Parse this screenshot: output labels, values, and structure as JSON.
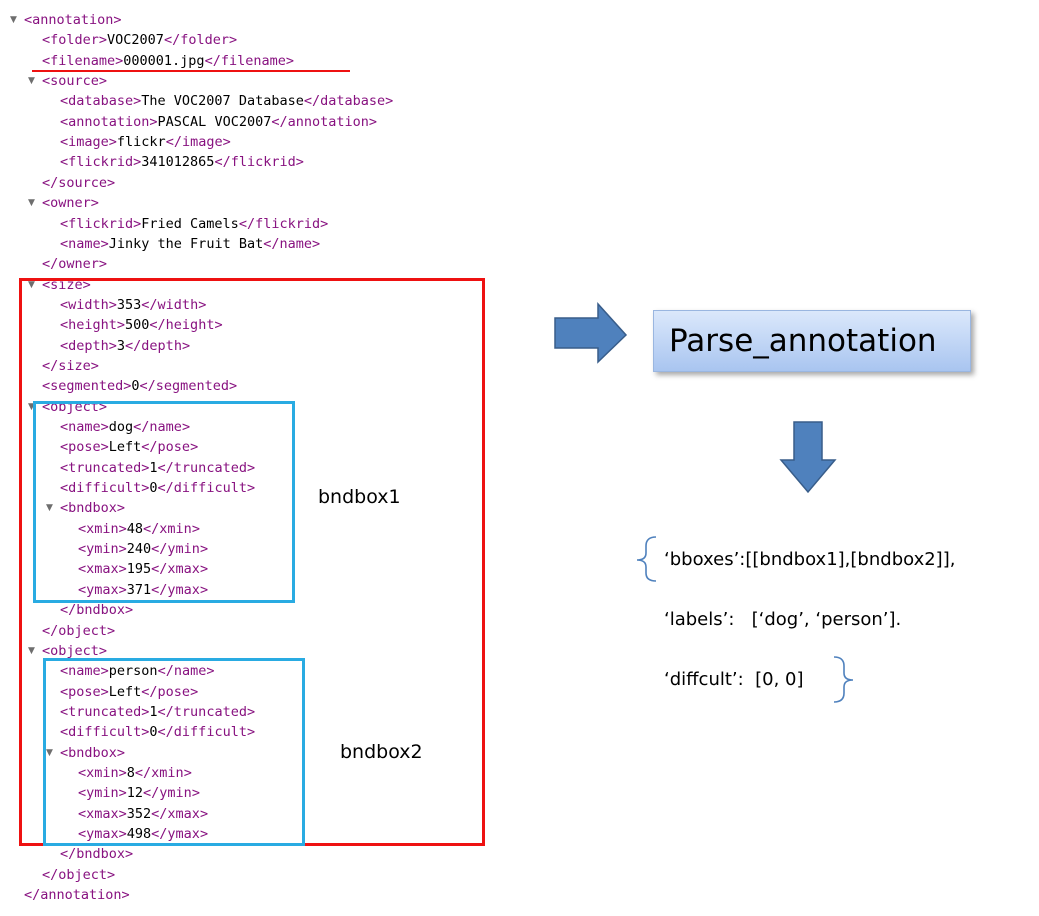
{
  "xml_lines": [
    {
      "indent": 0,
      "tri": true,
      "parts": [
        [
          "t",
          "<annotation>"
        ]
      ]
    },
    {
      "indent": 1,
      "tri": false,
      "parts": [
        [
          "t",
          "<folder>"
        ],
        [
          "v",
          "VOC2007"
        ],
        [
          "t",
          "</folder>"
        ]
      ]
    },
    {
      "indent": 1,
      "tri": false,
      "parts": [
        [
          "t",
          "<filename>"
        ],
        [
          "v",
          "000001.jpg"
        ],
        [
          "t",
          "</filename>"
        ]
      ]
    },
    {
      "indent": 1,
      "tri": true,
      "parts": [
        [
          "t",
          "<source>"
        ]
      ]
    },
    {
      "indent": 2,
      "tri": false,
      "parts": [
        [
          "t",
          "<database>"
        ],
        [
          "v",
          "The VOC2007 Database"
        ],
        [
          "t",
          "</database>"
        ]
      ]
    },
    {
      "indent": 2,
      "tri": false,
      "parts": [
        [
          "t",
          "<annotation>"
        ],
        [
          "v",
          "PASCAL VOC2007"
        ],
        [
          "t",
          "</annotation>"
        ]
      ]
    },
    {
      "indent": 2,
      "tri": false,
      "parts": [
        [
          "t",
          "<image>"
        ],
        [
          "v",
          "flickr"
        ],
        [
          "t",
          "</image>"
        ]
      ]
    },
    {
      "indent": 2,
      "tri": false,
      "parts": [
        [
          "t",
          "<flickrid>"
        ],
        [
          "v",
          "341012865"
        ],
        [
          "t",
          "</flickrid>"
        ]
      ]
    },
    {
      "indent": 1,
      "tri": false,
      "parts": [
        [
          "t",
          "</source>"
        ]
      ]
    },
    {
      "indent": 1,
      "tri": true,
      "parts": [
        [
          "t",
          "<owner>"
        ]
      ]
    },
    {
      "indent": 2,
      "tri": false,
      "parts": [
        [
          "t",
          "<flickrid>"
        ],
        [
          "v",
          "Fried Camels"
        ],
        [
          "t",
          "</flickrid>"
        ]
      ]
    },
    {
      "indent": 2,
      "tri": false,
      "parts": [
        [
          "t",
          "<name>"
        ],
        [
          "v",
          "Jinky the Fruit Bat"
        ],
        [
          "t",
          "</name>"
        ]
      ]
    },
    {
      "indent": 1,
      "tri": false,
      "parts": [
        [
          "t",
          "</owner>"
        ]
      ]
    },
    {
      "indent": 1,
      "tri": true,
      "parts": [
        [
          "t",
          "<size>"
        ]
      ]
    },
    {
      "indent": 2,
      "tri": false,
      "parts": [
        [
          "t",
          "<width>"
        ],
        [
          "v",
          "353"
        ],
        [
          "t",
          "</width>"
        ]
      ]
    },
    {
      "indent": 2,
      "tri": false,
      "parts": [
        [
          "t",
          "<height>"
        ],
        [
          "v",
          "500"
        ],
        [
          "t",
          "</height>"
        ]
      ]
    },
    {
      "indent": 2,
      "tri": false,
      "parts": [
        [
          "t",
          "<depth>"
        ],
        [
          "v",
          "3"
        ],
        [
          "t",
          "</depth>"
        ]
      ]
    },
    {
      "indent": 1,
      "tri": false,
      "parts": [
        [
          "t",
          "</size>"
        ]
      ]
    },
    {
      "indent": 1,
      "tri": false,
      "parts": [
        [
          "t",
          "<segmented>"
        ],
        [
          "v",
          "0"
        ],
        [
          "t",
          "</segmented>"
        ]
      ]
    },
    {
      "indent": 1,
      "tri": true,
      "parts": [
        [
          "t",
          "<object>"
        ]
      ]
    },
    {
      "indent": 2,
      "tri": false,
      "parts": [
        [
          "t",
          "<name>"
        ],
        [
          "v",
          "dog"
        ],
        [
          "t",
          "</name>"
        ]
      ]
    },
    {
      "indent": 2,
      "tri": false,
      "parts": [
        [
          "t",
          "<pose>"
        ],
        [
          "v",
          "Left"
        ],
        [
          "t",
          "</pose>"
        ]
      ]
    },
    {
      "indent": 2,
      "tri": false,
      "parts": [
        [
          "t",
          "<truncated>"
        ],
        [
          "v",
          "1"
        ],
        [
          "t",
          "</truncated>"
        ]
      ]
    },
    {
      "indent": 2,
      "tri": false,
      "parts": [
        [
          "t",
          "<difficult>"
        ],
        [
          "v",
          "0"
        ],
        [
          "t",
          "</difficult>"
        ]
      ]
    },
    {
      "indent": 2,
      "tri": true,
      "parts": [
        [
          "t",
          "<bndbox>"
        ]
      ]
    },
    {
      "indent": 3,
      "tri": false,
      "parts": [
        [
          "t",
          "<xmin>"
        ],
        [
          "v",
          "48"
        ],
        [
          "t",
          "</xmin>"
        ]
      ]
    },
    {
      "indent": 3,
      "tri": false,
      "parts": [
        [
          "t",
          "<ymin>"
        ],
        [
          "v",
          "240"
        ],
        [
          "t",
          "</ymin>"
        ]
      ]
    },
    {
      "indent": 3,
      "tri": false,
      "parts": [
        [
          "t",
          "<xmax>"
        ],
        [
          "v",
          "195"
        ],
        [
          "t",
          "</xmax>"
        ]
      ]
    },
    {
      "indent": 3,
      "tri": false,
      "parts": [
        [
          "t",
          "<ymax>"
        ],
        [
          "v",
          "371"
        ],
        [
          "t",
          "</ymax>"
        ]
      ]
    },
    {
      "indent": 2,
      "tri": false,
      "parts": [
        [
          "t",
          "</bndbox>"
        ]
      ]
    },
    {
      "indent": 1,
      "tri": false,
      "parts": [
        [
          "t",
          "</object>"
        ]
      ]
    },
    {
      "indent": 1,
      "tri": true,
      "parts": [
        [
          "t",
          "<object>"
        ]
      ]
    },
    {
      "indent": 2,
      "tri": false,
      "parts": [
        [
          "t",
          "<name>"
        ],
        [
          "v",
          "person"
        ],
        [
          "t",
          "</name>"
        ]
      ]
    },
    {
      "indent": 2,
      "tri": false,
      "parts": [
        [
          "t",
          "<pose>"
        ],
        [
          "v",
          "Left"
        ],
        [
          "t",
          "</pose>"
        ]
      ]
    },
    {
      "indent": 2,
      "tri": false,
      "parts": [
        [
          "t",
          "<truncated>"
        ],
        [
          "v",
          "1"
        ],
        [
          "t",
          "</truncated>"
        ]
      ]
    },
    {
      "indent": 2,
      "tri": false,
      "parts": [
        [
          "t",
          "<difficult>"
        ],
        [
          "v",
          "0"
        ],
        [
          "t",
          "</difficult>"
        ]
      ]
    },
    {
      "indent": 2,
      "tri": true,
      "parts": [
        [
          "t",
          "<bndbox>"
        ]
      ]
    },
    {
      "indent": 3,
      "tri": false,
      "parts": [
        [
          "t",
          "<xmin>"
        ],
        [
          "v",
          "8"
        ],
        [
          "t",
          "</xmin>"
        ]
      ]
    },
    {
      "indent": 3,
      "tri": false,
      "parts": [
        [
          "t",
          "<ymin>"
        ],
        [
          "v",
          "12"
        ],
        [
          "t",
          "</ymin>"
        ]
      ]
    },
    {
      "indent": 3,
      "tri": false,
      "parts": [
        [
          "t",
          "<xmax>"
        ],
        [
          "v",
          "352"
        ],
        [
          "t",
          "</xmax>"
        ]
      ]
    },
    {
      "indent": 3,
      "tri": false,
      "parts": [
        [
          "t",
          "<ymax>"
        ],
        [
          "v",
          "498"
        ],
        [
          "t",
          "</ymax>"
        ]
      ]
    },
    {
      "indent": 2,
      "tri": false,
      "parts": [
        [
          "t",
          "</bndbox>"
        ]
      ]
    },
    {
      "indent": 1,
      "tri": false,
      "parts": [
        [
          "t",
          "</object>"
        ]
      ]
    },
    {
      "indent": 0,
      "tri": false,
      "parts": [
        [
          "t",
          "</annotation>"
        ]
      ]
    }
  ],
  "labels": {
    "bndbox1": "bndbox1",
    "bndbox2": "bndbox2"
  },
  "parse_box": {
    "label": "Parse_annotation"
  },
  "result": {
    "line1": "‘bboxes’:[[bndbox1],[bndbox2]],",
    "line2": "‘labels’:   [‘dog’, ‘person’].",
    "line3": "‘diffcult’:  [0, 0]"
  },
  "colors": {
    "tag": "#881280",
    "highlight_red": "#ee1111",
    "highlight_blue": "#29abe2",
    "arrow_fill": "#4f81bd",
    "arrow_stroke": "#385d8a",
    "brace": "#4f81bd"
  }
}
